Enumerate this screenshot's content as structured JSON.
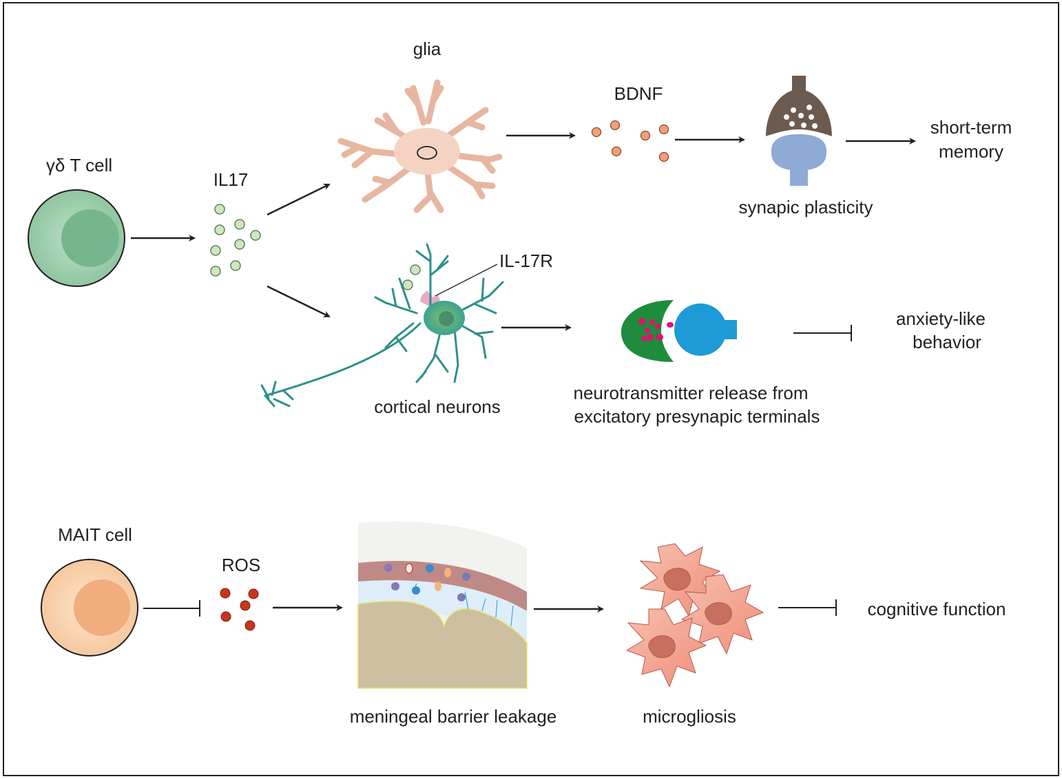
{
  "labels": {
    "gd_tcell": "γδ T cell",
    "il17": "IL17",
    "glia": "glia",
    "bdnf": "BDNF",
    "short_term_1": "short-term",
    "short_term_2": "memory",
    "synaptic": "synapic plasticity",
    "il17r": "IL-17R",
    "cortical": "cortical neurons",
    "nt_1": "neurotransmitter release from",
    "nt_2": "excitatory presynapic terminals",
    "anxiety_1": "anxiety-like",
    "anxiety_2": "behavior",
    "mait": "MAIT cell",
    "ros": "ROS",
    "meningeal": "meningeal barrier leakage",
    "microgliosis": "microgliosis",
    "cognitive": "cognitive function"
  },
  "colors": {
    "gd_cell_outer": "#8fc6a0",
    "gd_cell_inner": "#6fb186",
    "il17_dot": "#cfe6c0",
    "glia": "#f5d3c3",
    "bdnf_dot": "#f0a07a",
    "synapse_top": "#6b5b4e",
    "synapse_bottom": "#8faad6",
    "neuron": "#3aa39a",
    "receptor": "#e8a9c4",
    "presynaptic": "#1e8c3a",
    "postsynaptic": "#1e9ad6",
    "vesicle": "#e4106f",
    "mait_outer": "#f6c9a0",
    "mait_inner": "#f1ad7e",
    "ros_dot": "#c8361e",
    "brain_tissue": "#cdbf9f",
    "csf": "#ddeef9",
    "dura": "#bf8a86",
    "microglia": "#f3a48f",
    "arrow": "#231f20"
  }
}
